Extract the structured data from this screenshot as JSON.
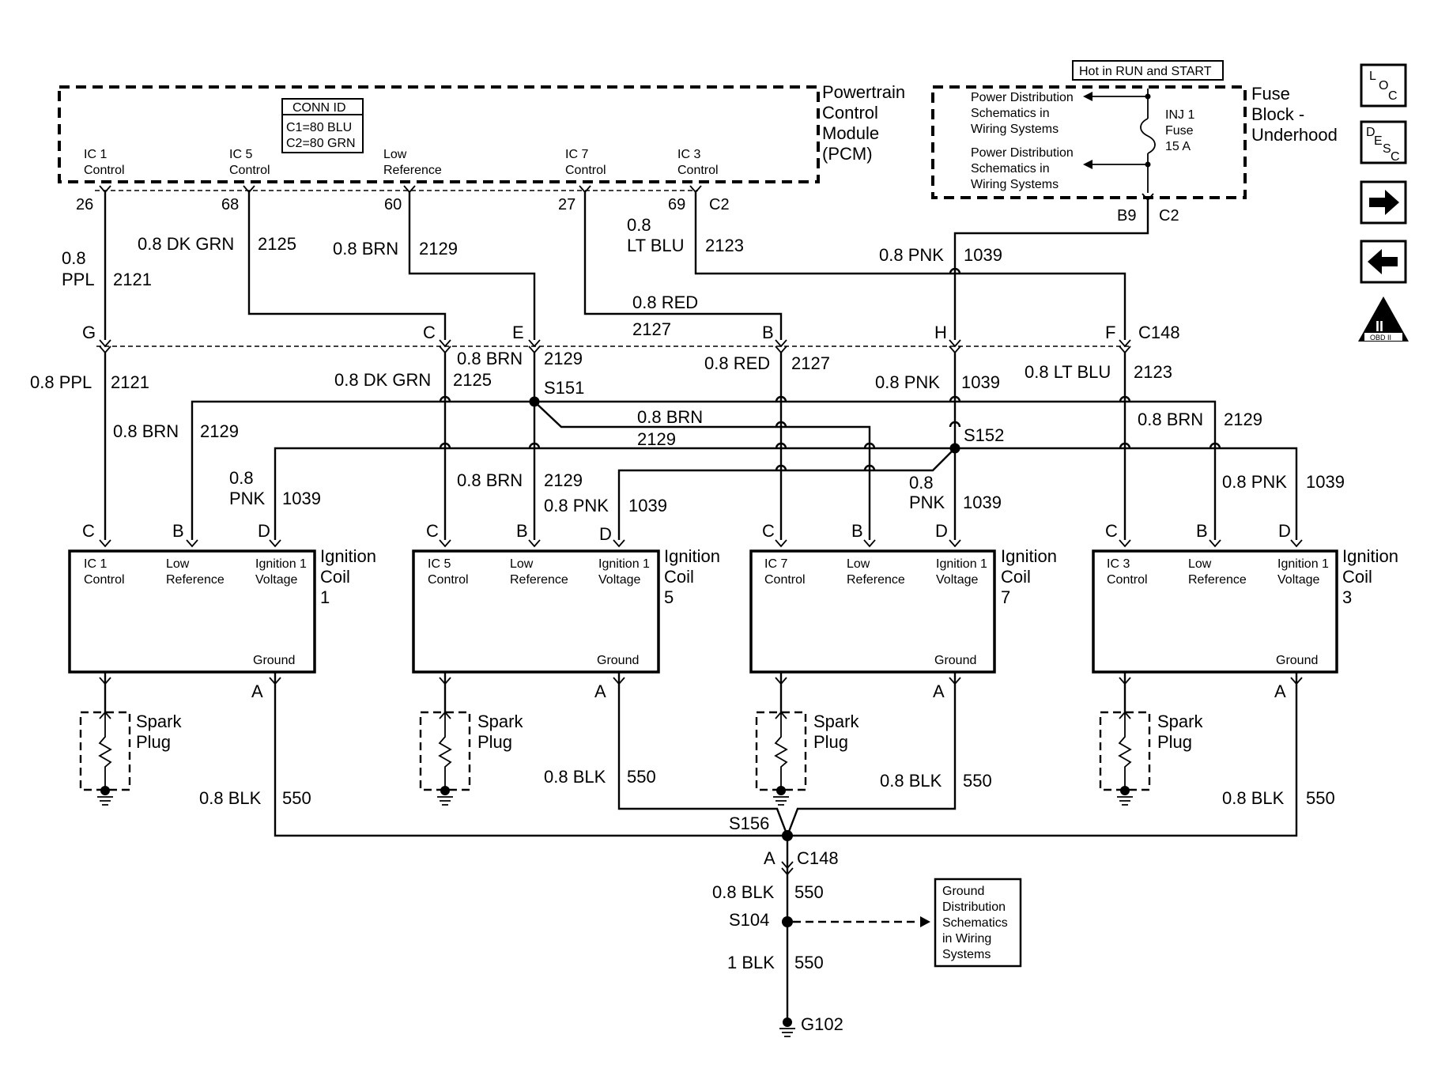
{
  "pcm": {
    "name": [
      "Powertrain",
      "Control",
      "Module",
      "(PCM)"
    ],
    "conn_id": {
      "title": "CONN ID",
      "lines": [
        "C1=80 BLU",
        "C2=80 GRN"
      ]
    },
    "pins": [
      {
        "func": [
          "IC 1",
          "Control"
        ],
        "pin": "26"
      },
      {
        "func": [
          "IC 5",
          "Control"
        ],
        "pin": "68"
      },
      {
        "func": [
          "Low",
          "Reference"
        ],
        "pin": "60"
      },
      {
        "func": [
          "IC 7",
          "Control"
        ],
        "pin": "27"
      },
      {
        "func": [
          "IC 3",
          "Control"
        ],
        "pin": "69"
      }
    ],
    "connector": "C2"
  },
  "fuse_block": {
    "name": [
      "Fuse",
      "Block -",
      "Underhood"
    ],
    "hot_label": "Hot in RUN and START",
    "feeds": [
      [
        "Power Distribution",
        "Schematics in",
        "Wiring Systems"
      ],
      [
        "Power Distribution",
        "Schematics in",
        "Wiring Systems"
      ]
    ],
    "fuse": [
      "INJ 1",
      "Fuse",
      "15 A"
    ],
    "pin": "B9",
    "connector": "C2"
  },
  "nav_icons": [
    "loc-icon",
    "desc-icon",
    "next-arrow-icon",
    "prev-arrow-icon",
    "obd-ii-icon"
  ],
  "nav_text": {
    "loc": [
      "L",
      "O",
      "C"
    ],
    "desc": [
      "D",
      "E",
      "S",
      "C"
    ],
    "obd": [
      "II",
      "OBD II"
    ]
  },
  "wires_upper": {
    "w1": [
      "0.8",
      "PPL",
      "2121"
    ],
    "w2": [
      "0.8 DK GRN",
      "2125"
    ],
    "w3": [
      "0.8 BRN",
      "2129"
    ],
    "w4": [
      "0.8 RED",
      "2127"
    ],
    "w5": [
      "0.8",
      "LT BLU",
      "2123"
    ],
    "w6": [
      "0.8 PNK",
      "1039"
    ]
  },
  "c148": {
    "name": "C148",
    "pins": [
      "G",
      "C",
      "E",
      "B",
      "H",
      "F"
    ]
  },
  "wires_lower": {
    "ppl": [
      "0.8 PPL",
      "2121"
    ],
    "dkgrn": [
      "0.8 DK GRN",
      "2125"
    ],
    "brn_e": [
      "0.8 BRN",
      "2129"
    ],
    "red": [
      "0.8 RED",
      "2127"
    ],
    "pnk_h": [
      "0.8 PNK",
      "1039"
    ],
    "ltblu": [
      "0.8 LT BLU",
      "2123"
    ],
    "brn_mid": [
      "0.8 BRN",
      "2129"
    ],
    "brn_c1": [
      "0.8 BRN",
      "2129"
    ],
    "brn_c5": [
      "0.8 BRN",
      "2129"
    ],
    "brn_c3": [
      "0.8 BRN",
      "2129"
    ],
    "pnk_c1": [
      "0.8",
      "PNK",
      "1039"
    ],
    "pnk_c5": [
      "0.8 PNK",
      "1039"
    ],
    "pnk_c7": [
      "0.8",
      "PNK",
      "1039"
    ],
    "pnk_c3": [
      "0.8 PNK",
      "1039"
    ]
  },
  "splices": {
    "s151": "S151",
    "s152": "S152",
    "s156": "S156",
    "s104": "S104"
  },
  "coils": [
    {
      "name": [
        "Ignition",
        "Coil",
        "1"
      ],
      "funcs": [
        [
          "IC 1",
          "Control"
        ],
        [
          "Low",
          "Reference"
        ],
        [
          "Ignition 1",
          "Voltage"
        ]
      ],
      "ground": "Ground",
      "pins": [
        "C",
        "B",
        "D",
        "A"
      ]
    },
    {
      "name": [
        "Ignition",
        "Coil",
        "5"
      ],
      "funcs": [
        [
          "IC 5",
          "Control"
        ],
        [
          "Low",
          "Reference"
        ],
        [
          "Ignition 1",
          "Voltage"
        ]
      ],
      "ground": "Ground",
      "pins": [
        "C",
        "B",
        "D",
        "A"
      ]
    },
    {
      "name": [
        "Ignition",
        "Coil",
        "7"
      ],
      "funcs": [
        [
          "IC 7",
          "Control"
        ],
        [
          "Low",
          "Reference"
        ],
        [
          "Ignition 1",
          "Voltage"
        ]
      ],
      "ground": "Ground",
      "pins": [
        "C",
        "B",
        "D",
        "A"
      ]
    },
    {
      "name": [
        "Ignition",
        "Coil",
        "3"
      ],
      "funcs": [
        [
          "IC 3",
          "Control"
        ],
        [
          "Low",
          "Reference"
        ],
        [
          "Ignition 1",
          "Voltage"
        ]
      ],
      "ground": "Ground",
      "pins": [
        "C",
        "B",
        "D",
        "A"
      ]
    }
  ],
  "spark_plug": [
    "Spark",
    "Plug"
  ],
  "ground_wires": [
    "0.8 BLK",
    "550"
  ],
  "ground_path": {
    "pin": "A",
    "connector": "C148",
    "wire1": [
      "0.8 BLK",
      "550"
    ],
    "wire2": [
      "1 BLK",
      "550"
    ],
    "ground": "G102"
  },
  "ground_dist": [
    "Ground",
    "Distribution",
    "Schematics",
    "in Wiring",
    "Systems"
  ]
}
